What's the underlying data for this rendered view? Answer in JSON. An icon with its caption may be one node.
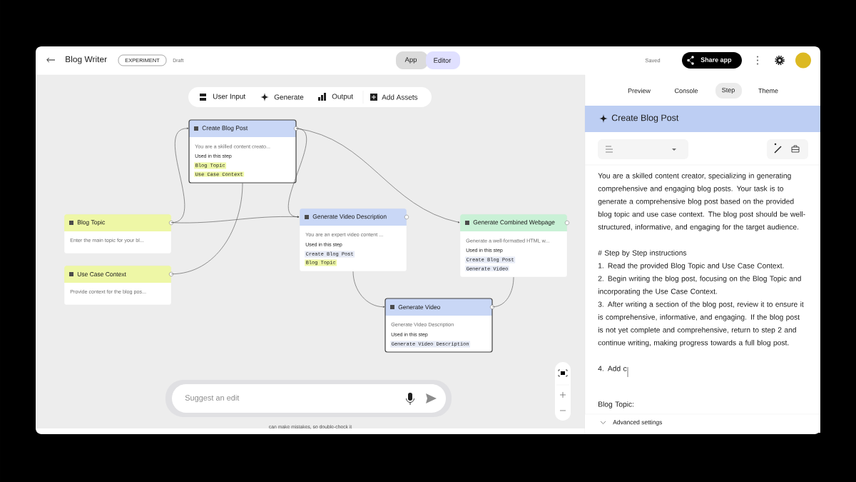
{
  "diagram": {
    "nodes": [
      {
        "text": [
          "Create Blog Post",
          "You are a skilled content creato...",
          "Used in this step",
          "Blog Topic",
          "Use Case Context"
        ]
      },
      {
        "text": [
          "Blog Topic",
          "Enter the main topic for your bl..."
        ]
      },
      {
        "text": [
          "Use Case Context",
          "Provide context for the blog pos..."
        ]
      },
      {
        "text": [
          "Generate Video Description",
          "You are an expert video content ...",
          "Used in this step",
          "Create Blog Post",
          "Blog Topic"
        ]
      },
      {
        "text": [
          "Generate Combined Webpage",
          "Generate a well-formatted HTML w...",
          "Used in this step",
          "Create Blog Post",
          "Generate Video"
        ]
      },
      {
        "text": [
          "Generate Video",
          "Generate Video Description",
          "Used in this step",
          "Generate Video Description"
        ]
      }
    ],
    "edges": [
      {
        "from": 1,
        "to": 0,
        "arrow": "to"
      },
      {
        "from": 2,
        "to": 0,
        "arrow": "none"
      },
      {
        "from": 1,
        "to": 3,
        "arrow": "to"
      },
      {
        "from": 0,
        "to": 3,
        "arrow": "to"
      },
      {
        "from": 0,
        "to": 4,
        "arrow": "to"
      },
      {
        "from": 3,
        "to": 5,
        "arrow": "to"
      },
      {
        "from": 5,
        "to": 4,
        "arrow": "none"
      }
    ],
    "labels": [
      "Blog Writer",
      "EXPERIMENT",
      "Draft",
      "App",
      "Editor",
      "Saved",
      "Share app",
      "User Input",
      "Generate",
      "Output",
      "Add Assets",
      "Preview",
      "Console",
      "Step",
      "Theme",
      "Create Blog Post",
      "You are a skilled content creator, specializing in generating comprehensive and engaging blog posts. Your task is to generate a comprehensive blog post based on the provided blog topic and use case context. The blog post should be well-structured, informative, and engaging for the target audience.",
      "# Step by Step instructions",
      "1. Read the provided Blog Topic and Use Case Context.",
      "2. Begin writing the blog post, focusing on the Blog Topic and incorporating the Use Case Context.",
      "3. After writing a section of the blog post, review it to ensure it is comprehensive, informative, and engaging. If the blog post is not yet complete and comprehensive, return to step 2 and continue writing, making progress towards a full blog post.",
      "4. Add c",
      "Blog Topic:",
      "Advanced settings",
      "Suggest an edit",
      "can make mistakes, so double-check it"
    ]
  }
}
